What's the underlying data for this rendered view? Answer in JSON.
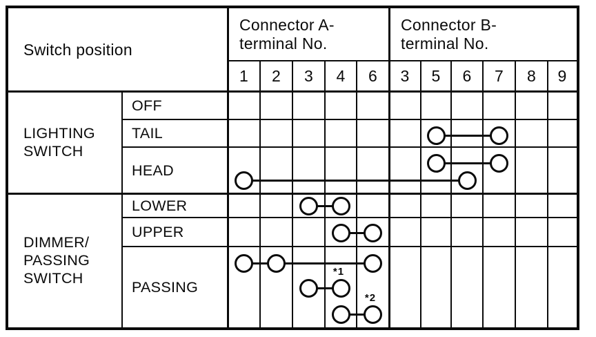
{
  "header": {
    "switch_position": "Switch position",
    "connector_a_label": "Connector A-\nterminal No.",
    "connector_b_label": "Connector B-\nterminal No.",
    "a_terminals": [
      "1",
      "2",
      "3",
      "4",
      "6"
    ],
    "b_terminals": [
      "3",
      "5",
      "6",
      "7",
      "8",
      "9"
    ]
  },
  "groups": [
    {
      "label": "LIGHTING\nSWITCH",
      "positions": [
        "OFF",
        "TAIL",
        "HEAD"
      ]
    },
    {
      "label": "DIMMER/\nPASSING\nSWITCH",
      "positions": [
        "LOWER",
        "UPPER",
        "PASSING"
      ]
    }
  ],
  "chart_data": {
    "type": "table",
    "title": "Switch position continuity table",
    "columns": [
      "A1",
      "A2",
      "A3",
      "A4",
      "A6",
      "B3",
      "B5",
      "B6",
      "B7",
      "B8",
      "B9"
    ],
    "connections": [
      {
        "row": "TAIL",
        "slot": 0,
        "terminals": [
          "B5",
          "B7"
        ]
      },
      {
        "row": "HEAD",
        "slot": 0,
        "terminals": [
          "B5",
          "B7"
        ]
      },
      {
        "row": "HEAD",
        "slot": 1,
        "terminals": [
          "A1",
          "B6"
        ]
      },
      {
        "row": "LOWER",
        "slot": 0,
        "terminals": [
          "A3",
          "A4"
        ]
      },
      {
        "row": "UPPER",
        "slot": 0,
        "terminals": [
          "A4",
          "A6"
        ]
      },
      {
        "row": "PASSING",
        "slot": 0,
        "terminals": [
          "A1",
          "A2",
          "A6"
        ]
      },
      {
        "row": "PASSING",
        "slot": 1,
        "terminals": [
          "A3",
          "A4"
        ],
        "note": "*1",
        "note_terminal": "A4"
      },
      {
        "row": "PASSING",
        "slot": 2,
        "terminals": [
          "A4",
          "A6"
        ],
        "note": "*2",
        "note_terminal": "A6"
      }
    ]
  },
  "colors": {
    "ink": "#0a0a0a",
    "paper": "#ffffff"
  }
}
